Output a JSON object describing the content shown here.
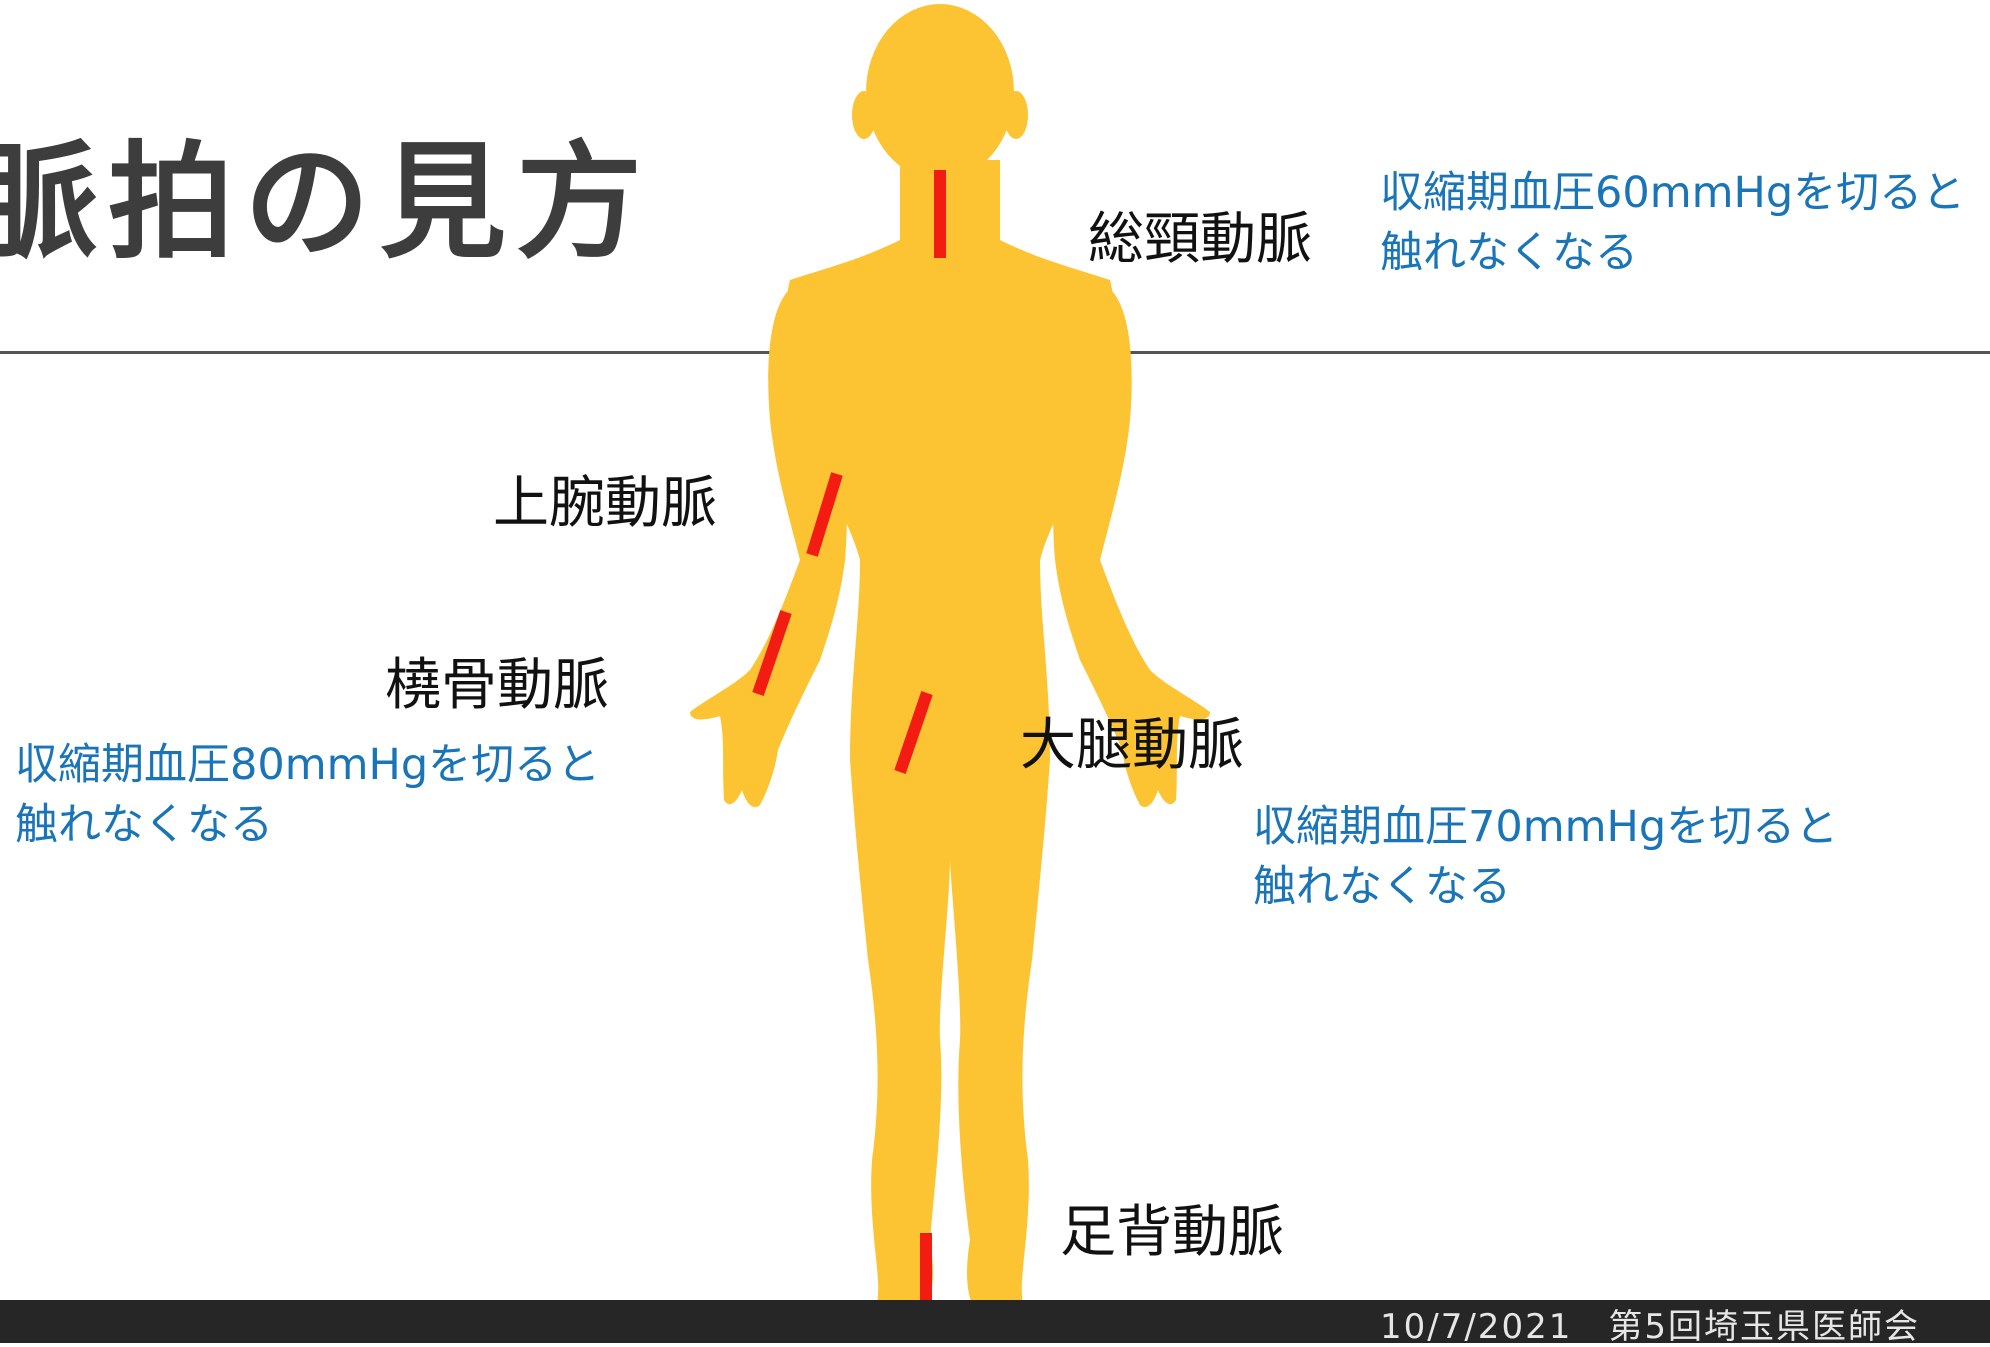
{
  "slide": {
    "title": "脈拍の見方",
    "footer": "10/7/2021　第5回埼玉県医師会"
  },
  "pulse_points": {
    "carotid": {
      "label": "総頸動脈",
      "note_line1": "収縮期血圧60mmHgを切ると",
      "note_line2": "触れなくなる"
    },
    "brachial": {
      "label": "上腕動脈"
    },
    "radial": {
      "label": "橈骨動脈",
      "note_line1": "収縮期血圧80mmHgを切ると",
      "note_line2": "触れなくなる"
    },
    "femoral": {
      "label": "大腿動脈",
      "note_line1": "収縮期血圧70mmHgを切ると",
      "note_line2": "触れなくなる"
    },
    "dorsalis_pedis": {
      "label": "足背動脈"
    }
  },
  "colors": {
    "body": "#fcc333",
    "marker": "#f21c12",
    "note": "#1a74b8",
    "label": "#111111",
    "footer_bg": "#262626"
  }
}
